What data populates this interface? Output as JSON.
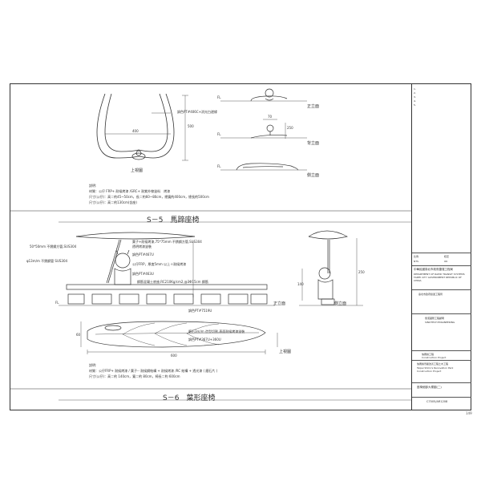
{
  "s5": {
    "title": "S－5　馬蹄座椅",
    "label_plan": "上視圖",
    "label_front": "正立面",
    "label_back": "背立面",
    "label_side": "側立面",
    "dim_width": "400",
    "dim_height": "500",
    "dim_small_70": "70",
    "dim_small_250": "250",
    "fl": "FL",
    "callout": "調色PT#406C+消光白邊緣",
    "notes_header": "說明:",
    "note1": "材質：公仔 FRP+ 耐候烤漆 /GRC+ 耐紫外線塗料　烤漆",
    "note2": "尺寸(公仔)：高＝約45~50cm，長＝約60~80cm，總寬約400cm，總長約500cm",
    "note3": "尺寸(公仔)：高＝約130cm(含座)"
  },
  "s6": {
    "title": "S－6　葉形座椅",
    "label_plan": "上視圖",
    "label_front": "正立面",
    "label_side": "側立面",
    "callout1": "50*50mm 不銹鋼方管,SUS304",
    "callout2": "葉子+耐候烤漆,75*75mm 不銹鋼方管,SUS304",
    "callout3": "透明烤漆塗裝",
    "callout4": "調色PT#467U",
    "callout5": "φ13m/m 不銹鋼管 SUS304",
    "callout6": "公仔FRP，厚度5mm 以上＋耐候烤漆",
    "callout7": "調色PT#463U",
    "callout8": "鋼筋混凝土底座,RC210Kg/cm2,@3Φ15cm 鋼筋",
    "callout9": "調色PT#7519U",
    "callout10": "磨石3m/m 造型切割,表面耐候烤漆塗裝",
    "callout11": "調色PT#367U+360U",
    "dim_width": "600",
    "dim_depth": "60",
    "dim_h_250": "250",
    "dim_h_140": "140",
    "fl": "FL",
    "notes_header": "說明:",
    "note1": "材質：公仔FRP+ 耐候烤漆 / 葉子-- 耐候鋼結構 + 耐候烤漆 /RC 結構 + 透光漆 ( 磨石片 )",
    "note2": "尺寸(公仔)：高＝約 140cm，寬＝約 80cm，椅長＝約 600cm"
  },
  "titleblock": {
    "org_cn": "中華民國臺北市政府捷運工程局",
    "org_en": "DEPARTMENT OF RAPID TRANSIT SYSTEMS TAIPEI CITY GOVERNMENT REPUBLIC OF CHINA",
    "dept": "臺北市政府捷運工程局",
    "company": "鼎漢國際工程顧問",
    "company_en": "SINOTECH ENGINEERING",
    "project": "信義線工程",
    "project_en": "Construction Project",
    "title_cn": "信義線景觀改善工程土木工程",
    "title_en": "Taipei Shilin's Renovation Park Construction Project",
    "drawing_title": "座椅細部大樣圖(二)",
    "drawing_no": "C7005/AR1208",
    "scale_label": "比例",
    "scale_value": "NTS",
    "date_label": "日期",
    "check_label": "核定",
    "check_value": "OK",
    "page": "149",
    "notes": [
      "1.",
      "2.",
      "3.",
      "4.",
      "5."
    ]
  }
}
